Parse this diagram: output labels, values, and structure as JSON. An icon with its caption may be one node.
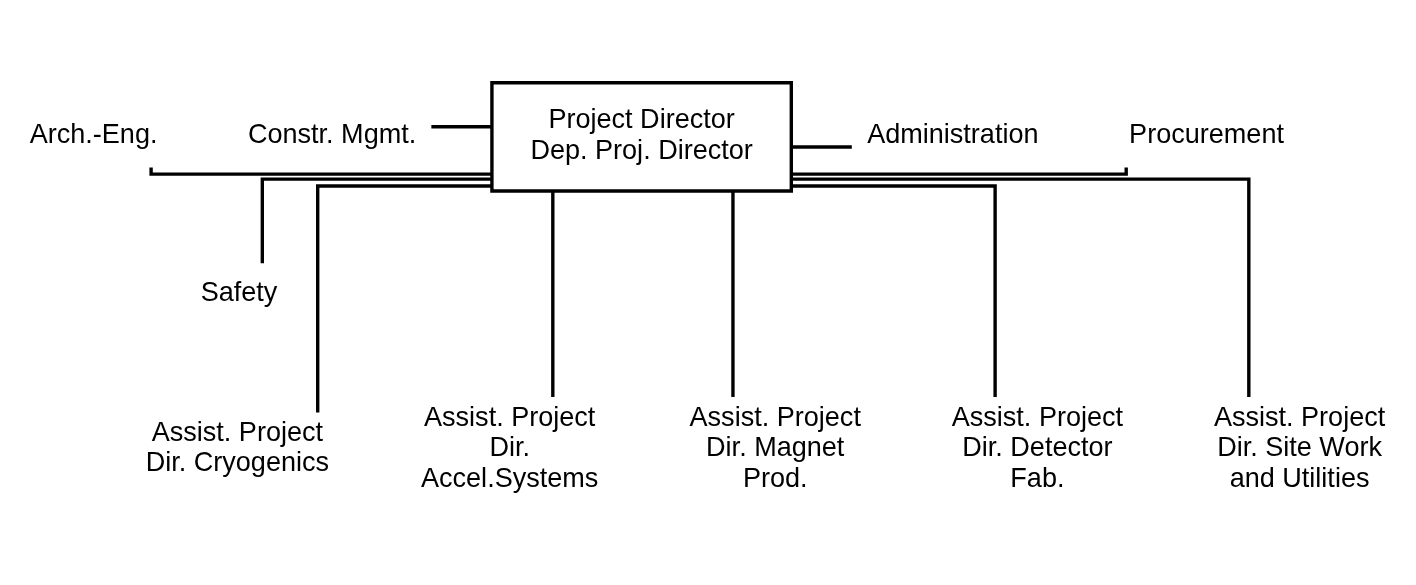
{
  "diagram": {
    "nodes": [
      {
        "text": [
          "Project Director",
          "Dep. Proj. Director"
        ]
      },
      {
        "text": [
          "Arch.-Eng."
        ]
      },
      {
        "text": [
          "Constr. Mgmt."
        ]
      },
      {
        "text": [
          "Administration"
        ]
      },
      {
        "text": [
          "Procurement"
        ]
      },
      {
        "text": [
          "Safety"
        ]
      },
      {
        "text": [
          "Assist. Project Dir. Accel.Systems"
        ]
      },
      {
        "text": [
          "Assist. Project Dir. Magnet Prod."
        ]
      },
      {
        "text": [
          "Assist. Project Dir. Cryogenics"
        ]
      },
      {
        "text": [
          "Assist. Project Dir. Detector Fab."
        ]
      },
      {
        "text": [
          "Assist. Project Dir. Site Work and Utilities"
        ]
      }
    ],
    "edges": [
      {
        "from": 0,
        "to": 1,
        "arrow": "none"
      },
      {
        "from": 0,
        "to": 2,
        "arrow": "none"
      },
      {
        "from": 0,
        "to": 3,
        "arrow": "none"
      },
      {
        "from": 0,
        "to": 4,
        "arrow": "none"
      },
      {
        "from": 0,
        "to": 5,
        "arrow": "none"
      },
      {
        "from": 0,
        "to": 6,
        "arrow": "none"
      },
      {
        "from": 0,
        "to": 7,
        "arrow": "none"
      },
      {
        "from": 0,
        "to": 8,
        "arrow": "none"
      },
      {
        "from": 0,
        "to": 9,
        "arrow": "none"
      },
      {
        "from": 0,
        "to": 10,
        "arrow": "none"
      }
    ]
  }
}
